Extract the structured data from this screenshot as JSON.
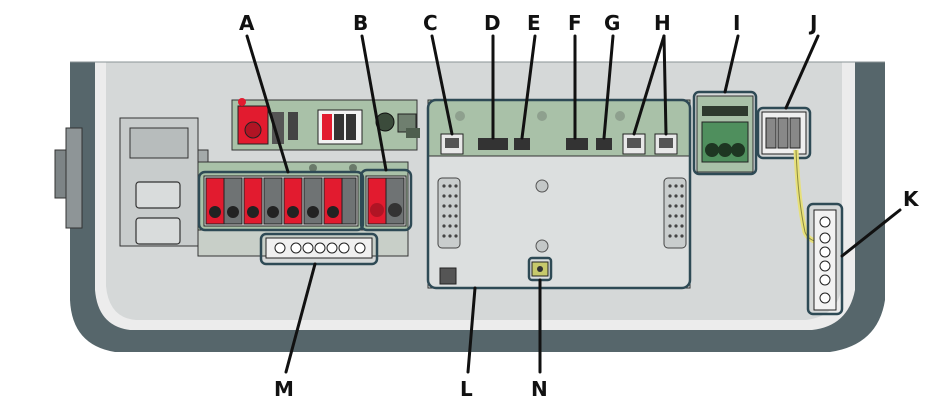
{
  "colors": {
    "housing_dark": "#56666b",
    "housing_light": "#d5d8d8",
    "board_green": "#a9c1a8",
    "terminal_red": "#e21b2f",
    "terminal_gray": "#6f7374",
    "highlight_outline": "#2e4a55",
    "cable_yellow": "#e7e07a"
  },
  "callouts": [
    {
      "id": "A",
      "label": "A"
    },
    {
      "id": "B",
      "label": "B"
    },
    {
      "id": "C",
      "label": "C"
    },
    {
      "id": "D",
      "label": "D"
    },
    {
      "id": "E",
      "label": "E"
    },
    {
      "id": "F",
      "label": "F"
    },
    {
      "id": "G",
      "label": "G"
    },
    {
      "id": "H",
      "label": "H"
    },
    {
      "id": "I",
      "label": "I"
    },
    {
      "id": "J",
      "label": "J"
    },
    {
      "id": "K",
      "label": "K"
    },
    {
      "id": "L",
      "label": "L"
    },
    {
      "id": "M",
      "label": "M"
    },
    {
      "id": "N",
      "label": "N"
    }
  ]
}
